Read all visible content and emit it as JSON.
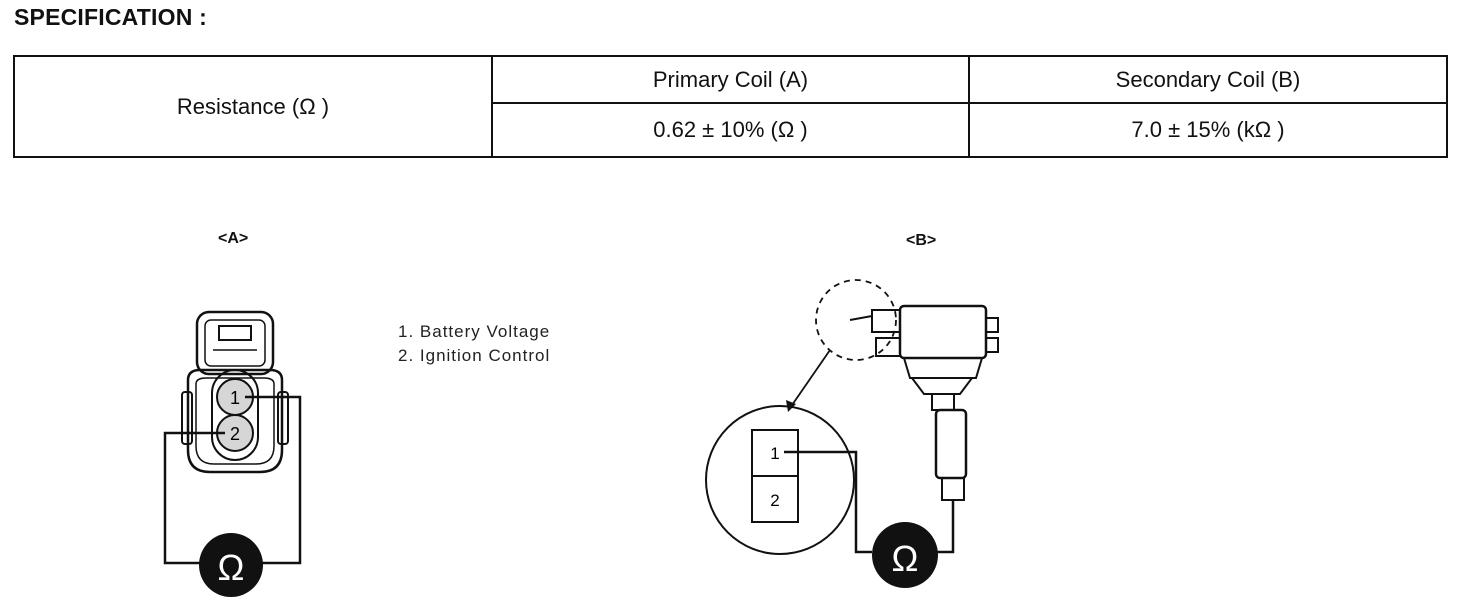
{
  "heading": "SPECIFICATION :",
  "spec_table": {
    "row_header": "Resistance (Ω )",
    "columns": [
      "Primary Coil (A)",
      "Secondary Coil (B)"
    ],
    "values": [
      "0.62 ± 10% (Ω )",
      "7.0 ± 15% (kΩ )"
    ]
  },
  "diagram_a": {
    "label": "<A>",
    "pins": [
      "1",
      "2"
    ],
    "meter_symbol": "Ω"
  },
  "legend": [
    "1. Battery Voltage",
    "2. Ignition Control"
  ],
  "diagram_b": {
    "label": "<B>",
    "pins": [
      "1",
      "2"
    ],
    "meter_symbol": "Ω"
  }
}
